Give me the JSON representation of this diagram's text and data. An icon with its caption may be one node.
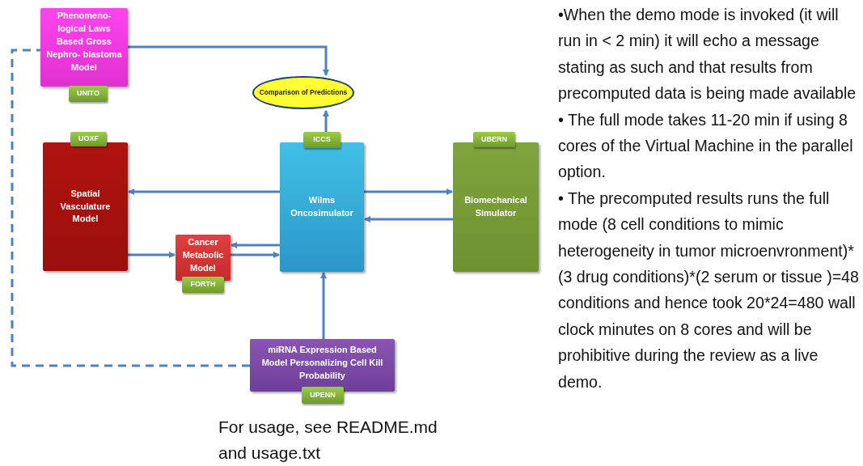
{
  "diagram": {
    "nodes": [
      {
        "text": [
          "Phenomeno- logical Laws Based Gross Nephro- blastoma Model"
        ]
      },
      {
        "text": [
          "UNITO"
        ]
      },
      {
        "text": [
          "Comparison of Predictions"
        ]
      },
      {
        "text": [
          "UOXF"
        ]
      },
      {
        "text": [
          "Spatial Vasculature Model"
        ]
      },
      {
        "text": [
          "ICCS"
        ]
      },
      {
        "text": [
          "Wilms Oncosimulator"
        ]
      },
      {
        "text": [
          "UBERN"
        ]
      },
      {
        "text": [
          "Biomechanical Simulator"
        ]
      },
      {
        "text": [
          "Cancer Metabolic Model"
        ]
      },
      {
        "text": [
          "FORTH"
        ]
      },
      {
        "text": [
          "miRNA Expression Based Model  Personalizing Cell Kill Probability"
        ]
      },
      {
        "text": [
          "UPENN"
        ]
      }
    ],
    "edges": [
      {
        "from": 0,
        "to": 2,
        "arrow": "to"
      },
      {
        "from": 5,
        "to": 2,
        "arrow": "to"
      },
      {
        "from": 6,
        "to": 4,
        "arrow": "to"
      },
      {
        "from": 6,
        "to": 8,
        "arrow": "to"
      },
      {
        "from": 8,
        "to": 6,
        "arrow": "to"
      },
      {
        "from": 4,
        "to": 9,
        "arrow": "to"
      },
      {
        "from": 6,
        "to": 9,
        "arrow": "to"
      },
      {
        "from": 9,
        "to": 6,
        "arrow": "to"
      },
      {
        "from": 11,
        "to": 6,
        "arrow": "to"
      },
      {
        "from": 11,
        "to": 0,
        "arrow": "none",
        "style": "dashed"
      }
    ],
    "labels": [
      "For usage, see README.md and usage.txt",
      "•When the demo mode is invoked (it will run in < 2 min) it will echo a message stating as such and that results from precomputed data is being made available",
      "•  The full mode takes 11-20 min if using 8 cores of the Virtual Machine in the parallel option.",
      "• The precomputed results runs the full mode (8 cell conditions to mimic heterogeneity in tumor microenvronment)*(3 drug conditions)*(2 serum or tissue )=48 conditions and hence took 20*24=480 wall clock minutes on 8 cores and will be prohibitive during the review as a live demo."
    ]
  }
}
